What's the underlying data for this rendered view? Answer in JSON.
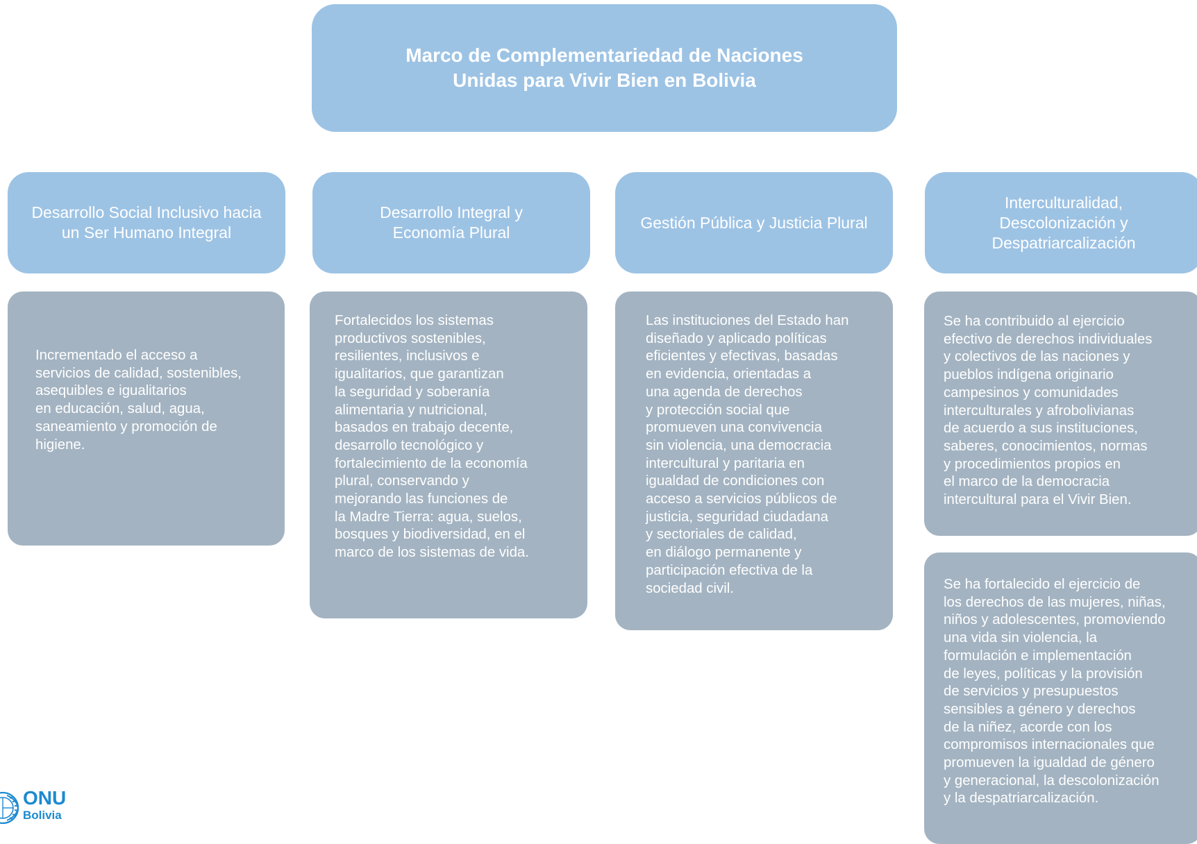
{
  "title": {
    "line1": "Marco de Complementariedad de Naciones",
    "line2": "Unidas para Vivir Bien en Bolivia"
  },
  "pillars": [
    {
      "label": "Desarrollo Social Inclusivo hacia un Ser Humano Integral"
    },
    {
      "label": "Desarrollo Integral y Economía Plural"
    },
    {
      "label": "Gestión Pública y Justicia Plural"
    },
    {
      "label": "Interculturalidad, Descolonización y Despatriarcalización"
    }
  ],
  "results": [
    {
      "lines": [
        "Incrementado el acceso a",
        "servicios de calidad, sostenibles,",
        "asequibles e igualitarios",
        "en educación, salud, agua,",
        "saneamiento y promoción de",
        "higiene."
      ]
    },
    {
      "lines": [
        "Fortalecidos los sistemas",
        "productivos sostenibles,",
        "resilientes, inclusivos e",
        "igualitarios, que garantizan",
        "la seguridad y soberanía",
        "alimentaria y nutricional,",
        "basados en trabajo decente,",
        "desarrollo tecnológico y",
        "fortalecimiento de la economía",
        "plural, conservando y",
        "mejorando las funciones de",
        "la Madre Tierra: agua, suelos,",
        "bosques y biodiversidad, en el",
        "marco de los sistemas de vida."
      ]
    },
    {
      "lines": [
        "Las instituciones del Estado han",
        "diseñado y aplicado políticas",
        "eficientes y efectivas, basadas",
        "en evidencia, orientadas a",
        "una agenda de derechos",
        "y protección social que",
        "promueven una convivencia",
        "sin violencia, una democracia",
        "intercultural y paritaria en",
        "igualdad de condiciones con",
        "acceso a servicios públicos de",
        "justicia, seguridad ciudadana",
        "y sectoriales de calidad,",
        "en diálogo permanente y",
        "participación efectiva de la",
        "sociedad civil."
      ]
    },
    {
      "lines": [
        "Se ha contribuido al ejercicio",
        "efectivo de derechos individuales",
        "y colectivos de las naciones y",
        "pueblos indígena originario",
        "campesinos y comunidades",
        "interculturales y afrobolivianas",
        "de acuerdo a sus instituciones,",
        "saberes, conocimientos, normas",
        "y procedimientos propios en",
        "el marco de la democracia",
        "intercultural para el Vivir Bien."
      ]
    },
    {
      "lines": [
        "Se ha fortalecido el ejercicio de",
        "los derechos de las mujeres, niñas,",
        "niños y adolescentes, promoviendo",
        "una vida sin violencia, la",
        "formulación e implementación",
        "de leyes, políticas y la provisión",
        "de servicios y presupuestos",
        "sensibles a género y derechos",
        "de la niñez, acorde con los",
        "compromisos internacionales que",
        "promueven la igualdad de género",
        "y generacional, la descolonización",
        "y la despatriarcalización."
      ]
    }
  ],
  "logo": {
    "main": "ONU",
    "sub": "Bolivia",
    "icon": "un-emblem-icon",
    "color": "#1d8ad0"
  },
  "colors": {
    "pillar_fill": "#9dc3e4",
    "result_fill": "#a3b3c1",
    "text": "#ffffff"
  }
}
